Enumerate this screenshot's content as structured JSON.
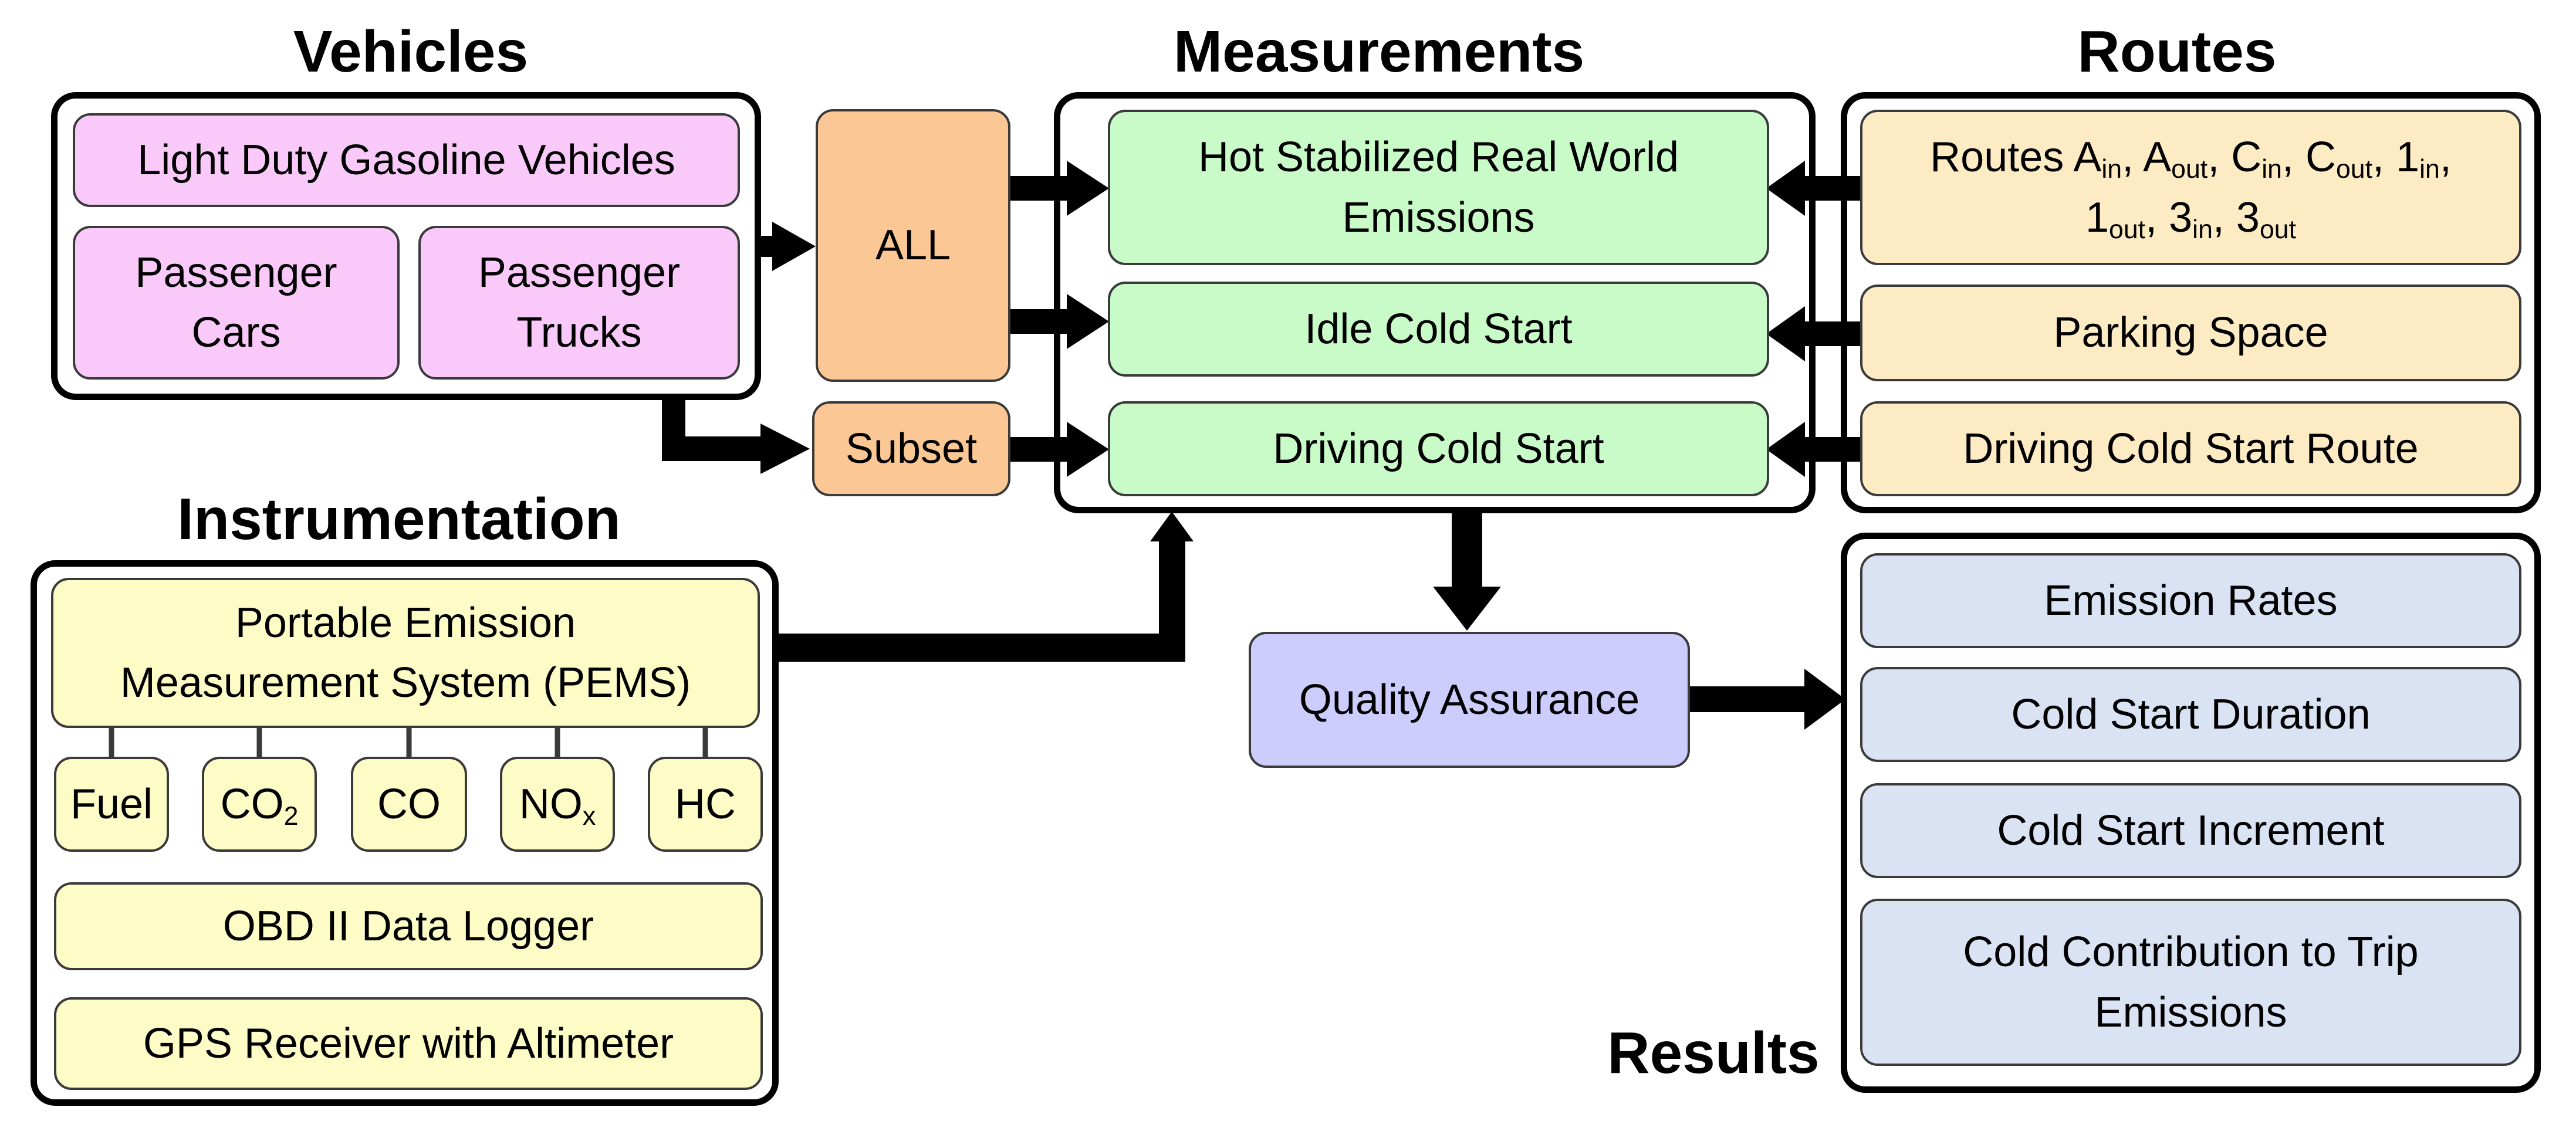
{
  "diagram": {
    "vehicles": {
      "title": "Vehicles",
      "ldgv": "Light Duty Gasoline Vehicles",
      "cars": [
        "Passenger",
        "Cars"
      ],
      "trucks": [
        "Passenger",
        "Trucks"
      ]
    },
    "selection": {
      "all": "ALL",
      "subset": "Subset"
    },
    "measurements": {
      "title": "Measurements",
      "hot": [
        "Hot Stabilized Real World",
        "Emissions"
      ],
      "idle": "Idle Cold Start",
      "driving": "Driving Cold Start"
    },
    "routes": {
      "title": "Routes",
      "route_list": {
        "prefix": "Routes ",
        "line1": [
          {
            "base": "A",
            "sub": "in",
            "sep": ", "
          },
          {
            "base": "A",
            "sub": "out",
            "sep": ", "
          },
          {
            "base": "C",
            "sub": "in",
            "sep": ", "
          },
          {
            "base": "C",
            "sub": "out",
            "sep": ", "
          },
          {
            "base": "1",
            "sub": "in",
            "sep": ","
          }
        ],
        "line2": [
          {
            "base": "1",
            "sub": "out",
            "sep": ", "
          },
          {
            "base": "3",
            "sub": "in",
            "sep": ", "
          },
          {
            "base": "3",
            "sub": "out",
            "sep": ""
          }
        ]
      },
      "parking": "Parking Space",
      "driving_route": "Driving Cold Start Route"
    },
    "instrumentation": {
      "title": "Instrumentation",
      "pems": [
        "Portable Emission",
        "Measurement System (PEMS)"
      ],
      "sensors": [
        {
          "base": "Fuel",
          "sub": ""
        },
        {
          "base": "CO",
          "sub": "2"
        },
        {
          "base": "CO",
          "sub": ""
        },
        {
          "base": "NO",
          "sub": "x"
        },
        {
          "base": "HC",
          "sub": ""
        }
      ],
      "obd": "OBD II Data Logger",
      "gps": "GPS Receiver with Altimeter"
    },
    "qa": "Quality Assurance",
    "results": {
      "title": "Results",
      "emission_rates": "Emission Rates",
      "duration": "Cold Start Duration",
      "increment": "Cold Start Increment",
      "contribution": [
        "Cold Contribution to Trip",
        "Emissions"
      ]
    },
    "colors": {
      "vehicle_box": "#f9c9f9",
      "selection_box": "#fbc895",
      "measurement_box": "#c8fbc8",
      "route_box": "#fdebc4",
      "instrument_box": "#fdfcc6",
      "qa_box": "#cccdfd",
      "result_box": "#d9e3f4",
      "arrows": "#000000"
    }
  }
}
